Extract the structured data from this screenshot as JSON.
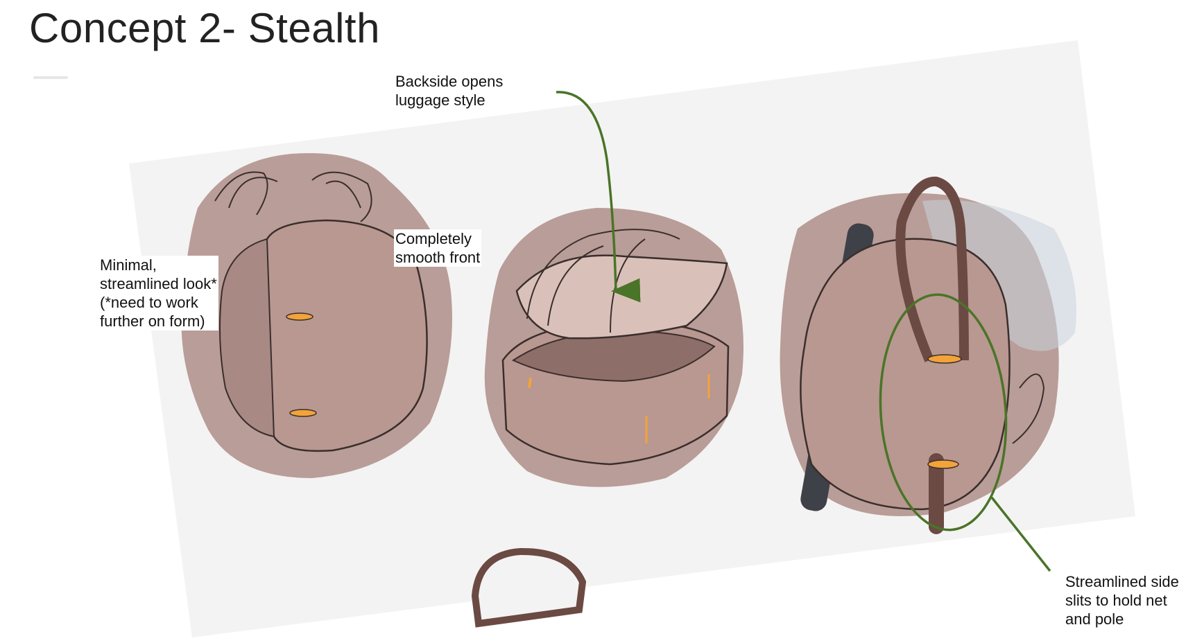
{
  "slide": {
    "title": "Concept 2- Stealth"
  },
  "annotations": {
    "minimal": "Minimal,\nstreamlined look*\n(*need to work\nfurther on form)",
    "backside": "Backside opens\nluggage style",
    "smooth_front": "Completely\nsmooth front",
    "side_slits": "Streamlined side\nslits to hold net\nand pole"
  },
  "colors": {
    "sketch_brown": "#b89890",
    "sketch_shadow": "#a5807a",
    "sketch_line": "#3a2e2c",
    "accent_orange": "#f2a33a",
    "callout_green": "#4a7428",
    "paper": "#f4f3f3"
  }
}
